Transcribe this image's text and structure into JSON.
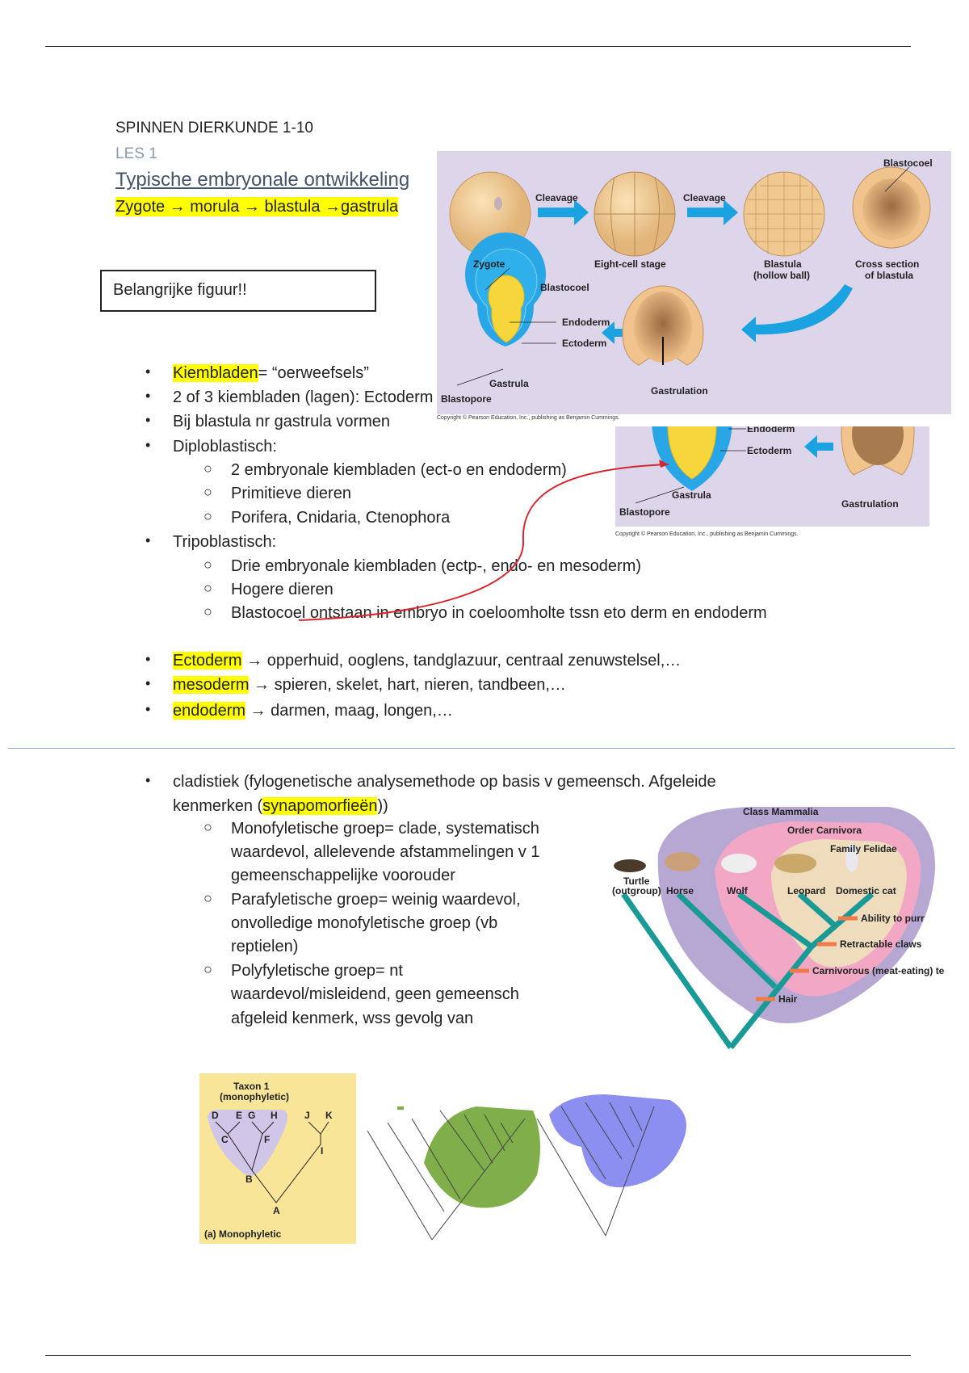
{
  "header": {
    "title": "SPINNEN DIERKUNDE 1-10",
    "lesson": "LES 1",
    "heading": "Typische embryonale ontwikkeling",
    "sequence": "Zygote → morula → blastula →gastrula"
  },
  "callout": "Belangrijke figuur!!",
  "section1": {
    "bullets": [
      {
        "hl": "Kiembladen",
        "text": "= “oerweefsels”"
      },
      {
        "hl": "",
        "text": "2 of 3 kiembladen (lagen): Ectoderm"
      },
      {
        "hl": "",
        "text": "Bij blastula nr gastrula vormen"
      },
      {
        "hl": "",
        "text": "Diploblastisch:"
      },
      {
        "hl": "",
        "text": "Tripoblastisch:"
      }
    ],
    "diplo": [
      "2 embryonale kiembladen (ect-o en endoderm)",
      "Primitieve dieren",
      "Porifera, Cnidaria, Ctenophora"
    ],
    "triplo": [
      "Drie embryonale kiembladen (ectp-, endo- en mesoderm)",
      "Hogere dieren",
      "Blastocoel ontstaan in embryo in coeloomholte tssn eto derm en endoderm"
    ],
    "layers": [
      {
        "hl": "Ectoderm",
        "text": " → opperhuid, ooglens, tandglazuur, centraal zenuwstelsel,…"
      },
      {
        "hl": "mesoderm",
        "text": " → spieren, skelet, hart, nieren, tandbeen,…"
      },
      {
        "hl": "endoderm",
        "text": " → darmen, maag, longen,…"
      }
    ]
  },
  "figure1": {
    "labels": {
      "blastocoel_top": "Blastocoel",
      "cleavage1": "Cleavage",
      "cleavage2": "Cleavage",
      "zygote": "Zygote",
      "eight": "Eight-cell stage",
      "blastula": "Blastula",
      "blastula2": "(hollow ball)",
      "cross": "Cross section",
      "cross2": "of blastula",
      "blastocoel": "Blastocoel",
      "endoderm": "Endoderm",
      "ectoderm": "Ectoderm",
      "gastrula": "Gastrula",
      "blastopore": "Blastopore",
      "gastrulation": "Gastrulation",
      "copyright": "Copyright © Pearson Education, Inc., publishing as Benjamin Cummings."
    }
  },
  "figure2": {
    "labels": {
      "endoderm": "Endoderm",
      "ectoderm": "Ectoderm",
      "gastrula": "Gastrula",
      "blastopore": "Blastopore",
      "gastrulation": "Gastrulation",
      "copyright": "Copyright © Pearson Education, Inc., publishing as Benjamin Cummings."
    }
  },
  "section2": {
    "main1": "cladistiek (fylogenetische analysemethode op basis v gemeensch. Afgeleide",
    "main2a": "kenmerken (",
    "main2hl": "synapomorfieën",
    "main2b": "))",
    "subs": [
      [
        "Monofyletische groep= clade, systematisch",
        "waardevol, allelevende afstammelingen v 1",
        "gemeenschappelijke voorouder"
      ],
      [
        "Parafyletische groep= weinig waardevol,",
        "onvolledige monofyletische groep (vb",
        "reptielen)"
      ],
      [
        "Polyfyletische groep= nt",
        "waardevol/misleidend, geen gemeensch",
        "afgeleid kenmerk, wss gevolg van"
      ]
    ]
  },
  "figure3": {
    "labels": {
      "class": "Class Mammalia",
      "order": "Order Carnivora",
      "family": "Family Felidae",
      "turtle": "Turtle",
      "outgroup": "(outgroup)",
      "horse": "Horse",
      "wolf": "Wolf",
      "leopard": "Leopard",
      "cat": "Domestic cat",
      "purr": "Ability to purr",
      "claws": "Retractable claws",
      "carniv": "Carnivorous (meat-eating) teeth",
      "hair": "Hair"
    }
  },
  "figure4": {
    "title": "Taxon 1",
    "subtitle": "(monophyletic)",
    "caption": "(a) Monophyletic",
    "nodes": [
      "D",
      "E",
      "G",
      "H",
      "J",
      "K",
      "C",
      "F",
      "I",
      "B",
      "A"
    ]
  },
  "colors": {
    "highlight": "#ffff00",
    "heading": "#44546a",
    "figure_bg": "#ddd5ea",
    "arrow": "#1aa3e0",
    "red_line": "#d7262b",
    "divider": "#8ea9c8",
    "teal": "#1a9a96"
  }
}
